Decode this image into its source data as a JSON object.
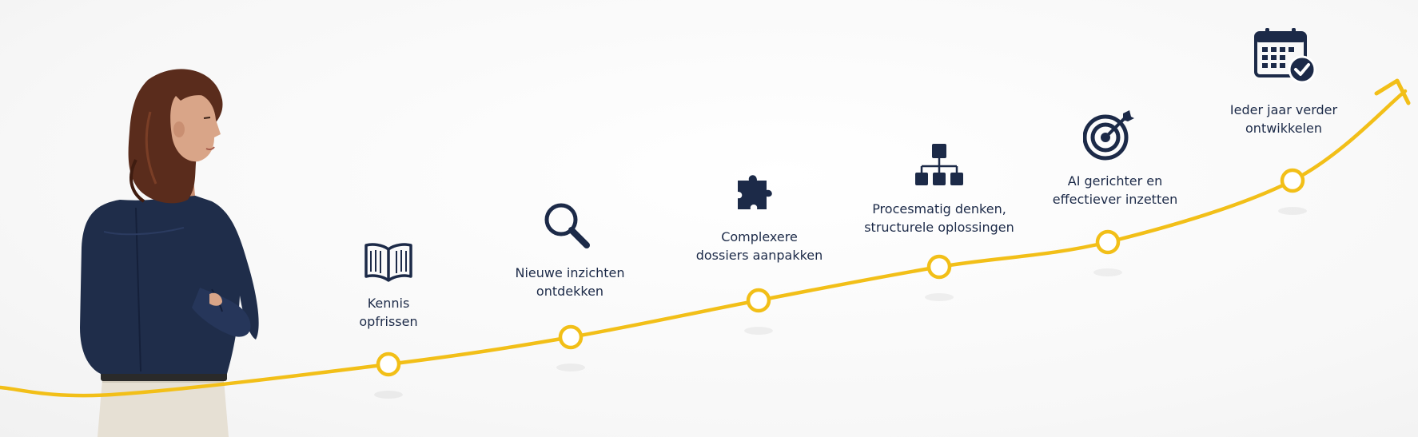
{
  "colors": {
    "curve": "#f2bf18",
    "icon": "#1c2a48",
    "text": "#1c2a48",
    "jacket": "#1f2d4a",
    "hair": "#5a2c1c",
    "skin": "#d9a588",
    "trousers": "#e6e0d4"
  },
  "steps": [
    {
      "icon": "open-book-icon",
      "lines": [
        "Kennis",
        "opfrissen"
      ]
    },
    {
      "icon": "magnifier-icon",
      "lines": [
        "Nieuwe inzichten",
        "ontdekken"
      ]
    },
    {
      "icon": "puzzle-piece-icon",
      "lines": [
        "Complexere",
        "dossiers aanpakken"
      ]
    },
    {
      "icon": "hierarchy-icon",
      "lines": [
        "Procesmatig denken,",
        "structurele oplossingen"
      ]
    },
    {
      "icon": "target-icon",
      "lines": [
        "AI gerichter en",
        "effectiever inzetten"
      ]
    },
    {
      "icon": "calendar-check-icon",
      "lines": [
        "Ieder jaar verder",
        "ontwikkelen"
      ]
    }
  ]
}
